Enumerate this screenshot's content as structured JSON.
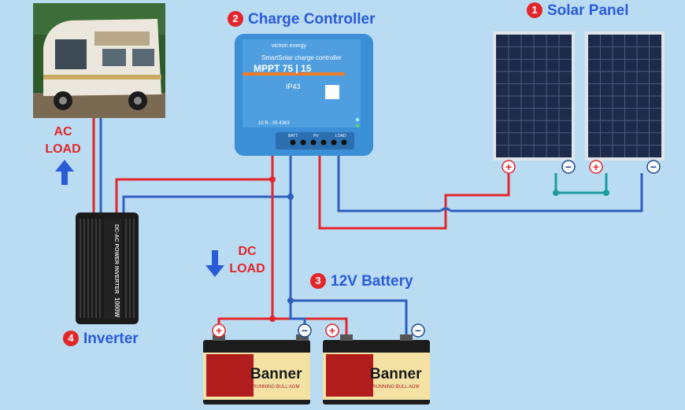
{
  "components": {
    "solar_panel": {
      "number": "1",
      "label": "Solar Panel"
    },
    "charge_controller": {
      "number": "2",
      "label": "Charge Controller",
      "brand": "victron energy",
      "subtitle": "SmartSolar charge controller",
      "model": "MPPT 75 | 15",
      "rating": "IP43",
      "serial": "10 R - 05 4363",
      "terminals": [
        "BATT",
        "PV",
        "LOAD"
      ]
    },
    "battery": {
      "number": "3",
      "label": "12V Battery",
      "brand": "Banner",
      "subtitle": "RUNNING BULL AGM"
    },
    "inverter": {
      "number": "4",
      "label": "Inverter",
      "text": "DC-AC POWER INVERTER",
      "rating": "1000W"
    }
  },
  "loads": {
    "ac": {
      "line1": "AC",
      "line2": "LOAD"
    },
    "dc": {
      "line1": "DC",
      "line2": "LOAD"
    }
  },
  "symbols": {
    "plus": "+",
    "minus": "−"
  },
  "colors": {
    "background": "#b9dcf3",
    "positive_wire": "#e3262b",
    "negative_wire": "#2e5fbf",
    "panel_link": "#1a9c9c",
    "label_blue": "#2a5bd7",
    "controller_body": "#3a8fd6"
  }
}
